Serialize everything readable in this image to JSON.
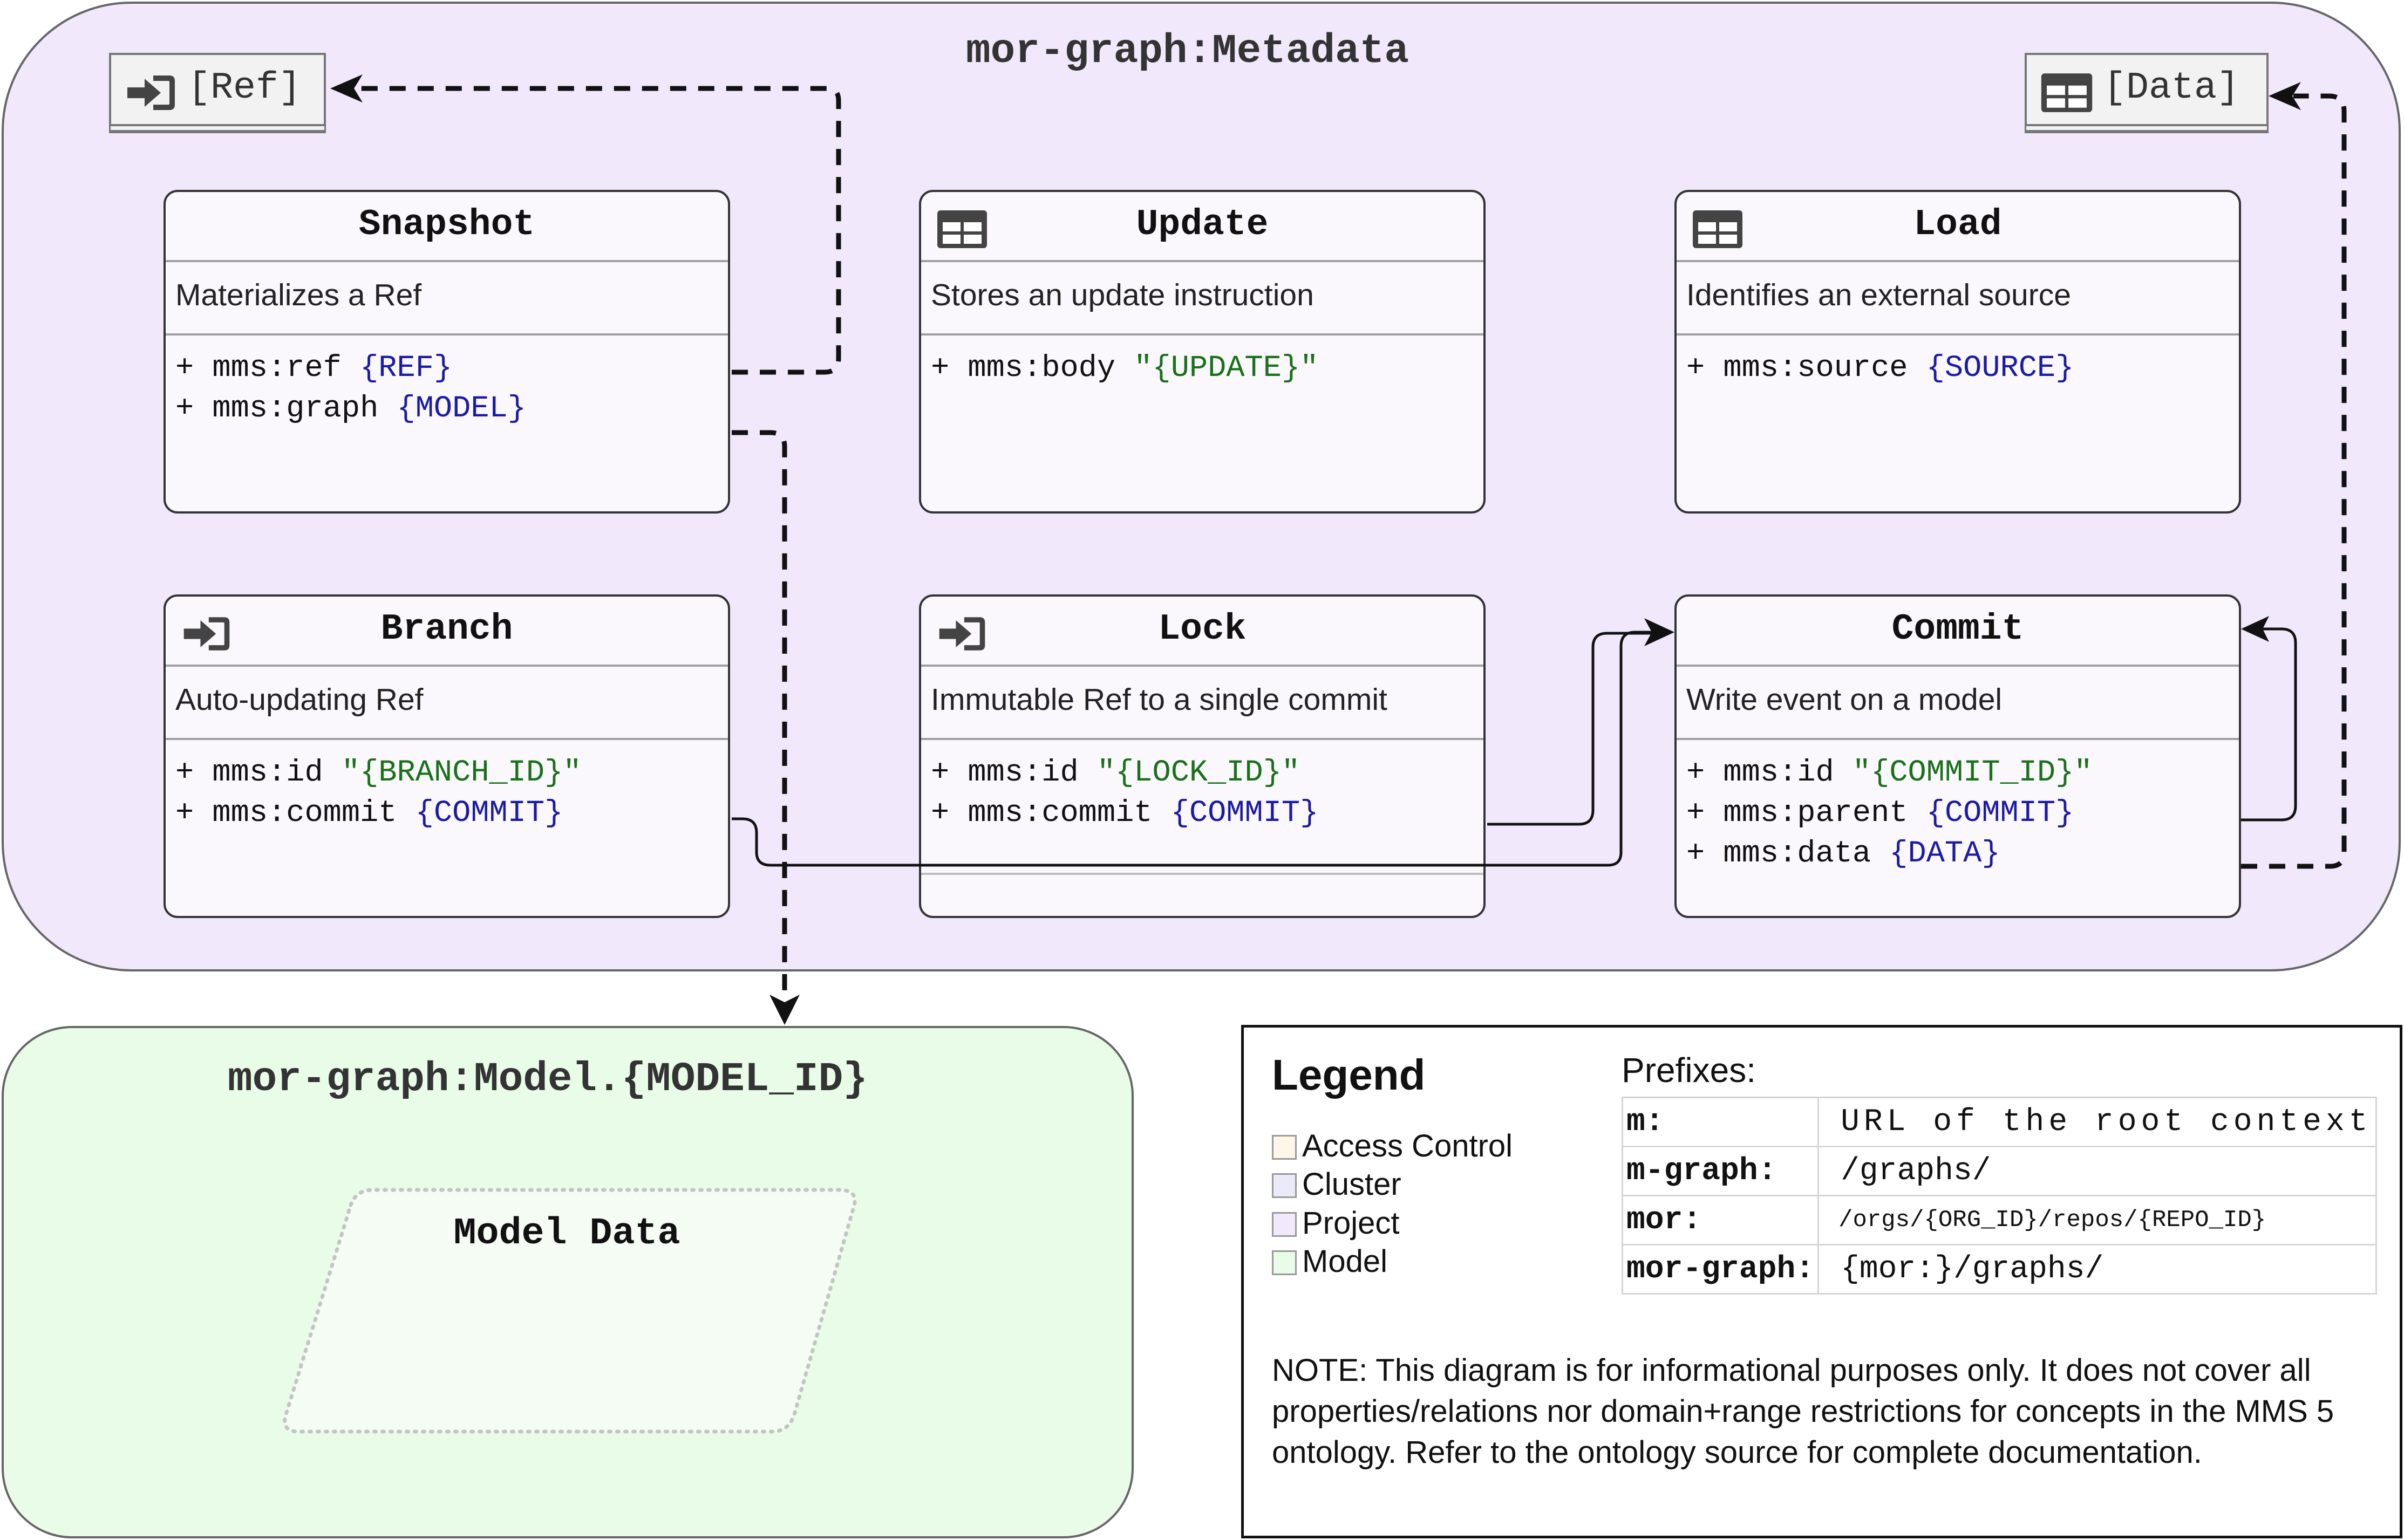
{
  "metadata_container": {
    "title": "mor-graph:Metadata"
  },
  "model_container": {
    "title": "mor-graph:Model.{MODEL_ID}",
    "model_data_label": "Model Data"
  },
  "tags": {
    "ref": {
      "label": "[Ref]",
      "icon": "sign-in-icon"
    },
    "data": {
      "label": "[Data]",
      "icon": "table-icon"
    }
  },
  "classes": {
    "snapshot": {
      "name": "Snapshot",
      "description": "Materializes a Ref",
      "properties": [
        {
          "key": "mms:ref",
          "value": "{REF}"
        },
        {
          "key": "mms:graph",
          "value": "{MODEL}"
        }
      ]
    },
    "update": {
      "name": "Update",
      "icon": "table-icon",
      "description": "Stores an update instruction",
      "properties": [
        {
          "key": "mms:body",
          "value": "\"{UPDATE}\""
        }
      ]
    },
    "load": {
      "name": "Load",
      "icon": "table-icon",
      "description": "Identifies an external source",
      "properties": [
        {
          "key": "mms:source",
          "value": "{SOURCE}"
        }
      ]
    },
    "branch": {
      "name": "Branch",
      "icon": "sign-in-icon",
      "description": "Auto-updating Ref",
      "properties": [
        {
          "key": "mms:id",
          "value": "\"{BRANCH_ID}\""
        },
        {
          "key": "mms:commit",
          "value": "{COMMIT}"
        }
      ]
    },
    "lock": {
      "name": "Lock",
      "icon": "sign-in-icon",
      "description": "Immutable Ref to a single commit",
      "properties": [
        {
          "key": "mms:id",
          "value": "\"{LOCK_ID}\""
        },
        {
          "key": "mms:commit",
          "value": "{COMMIT}"
        }
      ]
    },
    "commit": {
      "name": "Commit",
      "description": "Write event on a model",
      "properties": [
        {
          "key": "mms:id",
          "value": "\"{COMMIT_ID}\""
        },
        {
          "key": "mms:parent",
          "value": "{COMMIT}"
        },
        {
          "key": "mms:data",
          "value": "{DATA}"
        }
      ]
    }
  },
  "legend": {
    "title": "Legend",
    "items": [
      {
        "label": "Access Control",
        "color": "#fdf6e9"
      },
      {
        "label": "Cluster",
        "color": "#ebeaf9"
      },
      {
        "label": "Project",
        "color": "#f1e8fc"
      },
      {
        "label": "Model",
        "color": "#e8fce8"
      }
    ],
    "prefixes_heading": "Prefixes:",
    "prefixes": [
      {
        "prefix": "m:",
        "value": "URL of the root context"
      },
      {
        "prefix": "m-graph:",
        "value": "/graphs/"
      },
      {
        "prefix": "mor:",
        "value": "/orgs/{ORG_ID}/repos/{REPO_ID}"
      },
      {
        "prefix": "mor-graph:",
        "value": "{mor:}/graphs/"
      }
    ],
    "note": "NOTE: This diagram is for informational purposes only. It does not cover all properties/relations nor domain+range restrictions for concepts in the MMS 5 ontology. Refer to the ontology source for complete documentation."
  },
  "colors": {
    "metadata_fill": "#f1e8fc",
    "model_fill": "#e8fce8",
    "iri_value": "#1a1aa6",
    "string_value": "#197119"
  }
}
